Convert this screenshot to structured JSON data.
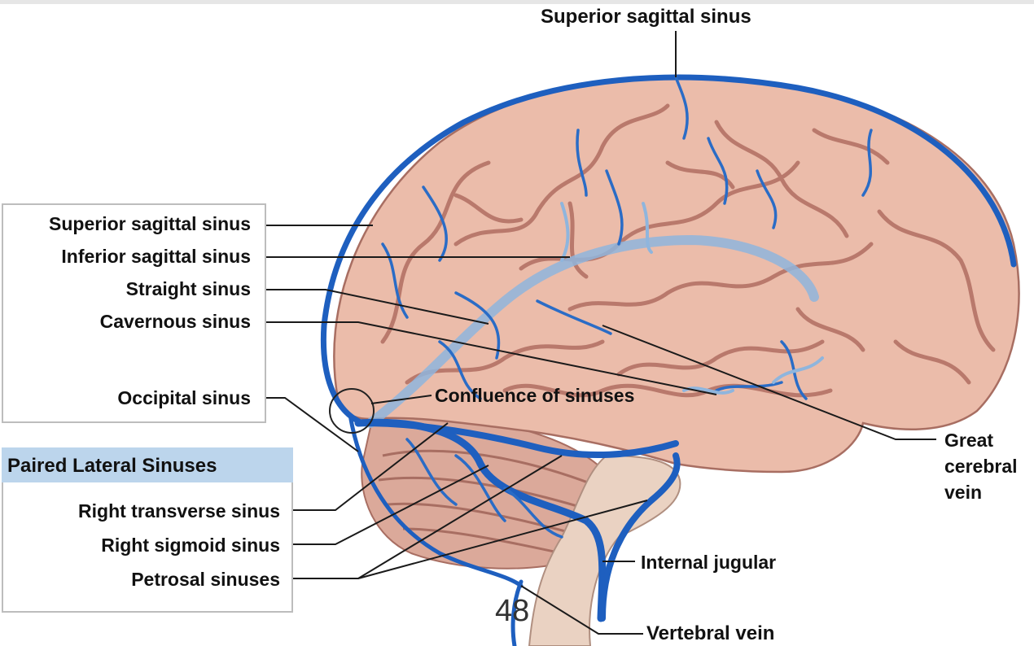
{
  "diagram": {
    "colors": {
      "sinus": "#1e5fbf",
      "brain": "#e8b8a8",
      "brain_dark": "#b9796c",
      "header_bg": "#bcd5ec"
    },
    "top_label": "Superior sagittal sinus",
    "left_labels": {
      "superior_sagittal": "Superior sagittal sinus",
      "inferior_sagittal": "Inferior sagittal sinus",
      "straight": "Straight sinus",
      "cavernous": "Cavernous sinus",
      "occipital": "Occipital sinus"
    },
    "confluence": "Confluence of sinuses",
    "paired": {
      "header": "Paired Lateral Sinuses",
      "right_transverse": "Right transverse sinus",
      "right_sigmoid": "Right sigmoid sinus",
      "petrosal": "Petrosal sinuses"
    },
    "great_cerebral": [
      "Great",
      "cerebral",
      "vein"
    ],
    "internal_jugular": "Internal jugular",
    "vertebral": "Vertebral vein",
    "page_number": "48"
  }
}
